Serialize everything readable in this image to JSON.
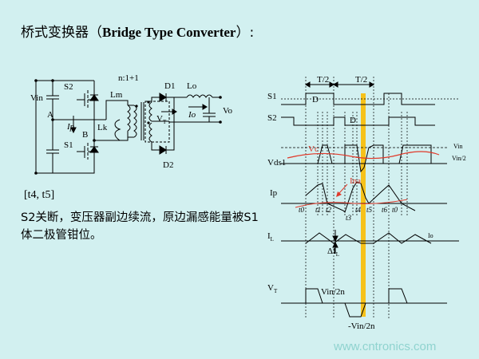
{
  "title": {
    "cn": "桥式变换器（",
    "en": "Bridge Type Converter",
    "tail": "）:"
  },
  "interval": "[t4, t5]",
  "description": "S2关断，变压器副边续流，原边漏感能量被S1体二极管钳位。",
  "watermark": "www.cntronics.com",
  "circuit": {
    "vin": "Vin",
    "s2": "S2",
    "s1": "S1",
    "node_a": "A",
    "node_b": "B",
    "ip": "Ip",
    "lm": "Lm",
    "lk": "Lk",
    "ratio": "n:1+1",
    "vt": "V",
    "vt_sub": "T",
    "d1": "D1",
    "d2": "D2",
    "lo": "Lo",
    "io": "Io",
    "vo": "Vo"
  },
  "waveforms": {
    "half_period_1": "T/2",
    "half_period_2": "T/2",
    "s1": "S1",
    "s2": "S2",
    "d_s1": "D",
    "d_s2": "D",
    "vds1": "Vds1",
    "vc": "Vc",
    "vin_right": "Vin",
    "vin_half": "Vin/2",
    "ip": "Ip",
    "ina": "Ina",
    "t0": "t0",
    "t1": "t1",
    "t2": "t2",
    "t3": "t3",
    "t4": "t4",
    "t5": "t5",
    "t6": "t6",
    "t0b": "t0",
    "il": "I",
    "il_sub": "L",
    "io": "Io",
    "delta": "ΔI",
    "delta_sub": "L",
    "vt": "V",
    "vt_sub": "T",
    "vin_2n": "Vin/2n",
    "neg_vin_2n": "-Vin/2n"
  },
  "colors": {
    "background": "#d2f0f0",
    "highlight": "#f6c21a",
    "red_curve": "#e0392a"
  }
}
